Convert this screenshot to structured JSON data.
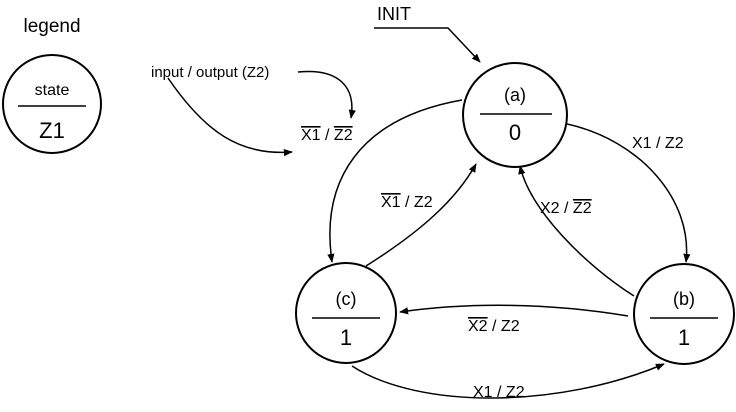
{
  "legend": {
    "title": "legend",
    "top_label": "state",
    "bottom_label": "Z1"
  },
  "init_label": "INIT",
  "annotation": {
    "text": "input / output (Z2)",
    "example_input": "X1",
    "example_sep": " / ",
    "example_output": "Z2"
  },
  "states": {
    "a": {
      "name": "(a)",
      "output": "0"
    },
    "b": {
      "name": "(b)",
      "output": "1"
    },
    "c": {
      "name": "(c)",
      "output": "1"
    }
  },
  "transitions": {
    "a_to_b": {
      "input": "X1",
      "sep": " / ",
      "output": "Z2"
    },
    "b_to_a": {
      "input": "X2",
      "sep": " / ",
      "output": "Z2"
    },
    "c_to_a": {
      "input": "X1",
      "sep": " / ",
      "output": "Z2"
    },
    "b_to_c": {
      "input": "X2",
      "sep": " / ",
      "output": "Z2"
    },
    "c_to_b": {
      "input": "X1",
      "sep": " / ",
      "output": "Z2"
    }
  }
}
